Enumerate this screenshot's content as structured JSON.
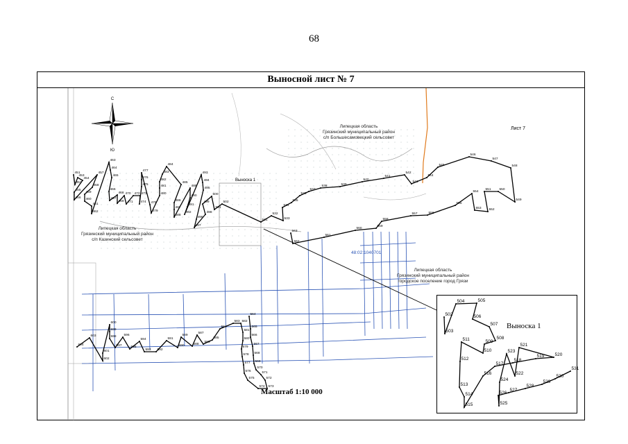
{
  "page_number": "68",
  "title": "Выносной лист № 7",
  "sheet_label": "Лист 7",
  "scale": "Масштаб 1:10 000",
  "inset_marker_label": "Выноска 1",
  "inset_title": "Выноска 1",
  "compass": {
    "north": "С",
    "south": "Ю"
  },
  "areas": [
    {
      "lines": [
        "Липецкая область",
        "Грязинский муниципальный район",
        "с/п Большесамовецкий сельсовет"
      ]
    },
    {
      "lines": [
        "Липецкая область",
        "Грязинский муниципальный район",
        "с/п Казинский сельсовет"
      ]
    },
    {
      "lines": [
        "Липецкая область",
        "Грязинский муниципальный район",
        "городское поселение город Грязи"
      ]
    }
  ],
  "cadastral_label": "48:02:1040701",
  "upper_points": [
    {
      "n": "451",
      "v": [
        0,
        0
      ]
    },
    {
      "n": "452",
      "v": [
        2,
        14
      ]
    },
    {
      "n": "453",
      "v": [
        6,
        4
      ]
    },
    {
      "n": "454",
      "v": [
        13,
        8
      ]
    },
    {
      "n": "455",
      "v": [
        1,
        25
      ]
    },
    {
      "n": "456",
      "v": [
        1,
        36
      ]
    },
    {
      "n": "457",
      "v": [
        34,
        0
      ]
    },
    {
      "n": "458",
      "v": [
        27,
        18
      ]
    },
    {
      "n": "459",
      "v": [
        16,
        28
      ]
    },
    {
      "n": "460",
      "v": [
        16,
        38
      ]
    },
    {
      "n": "461",
      "v": [
        26,
        45
      ]
    },
    {
      "n": "462",
      "v": [
        26,
        56
      ]
    },
    {
      "n": "463",
      "v": [
        51,
        -18
      ]
    },
    {
      "n": "464",
      "v": [
        53,
        -7
      ]
    },
    {
      "n": "465",
      "v": [
        55,
        4
      ]
    },
    {
      "n": "466",
      "v": [
        51,
        24
      ]
    },
    {
      "n": "467",
      "v": [
        52,
        37
      ]
    },
    {
      "n": "468",
      "v": [
        63,
        29
      ]
    },
    {
      "n": "469",
      "v": [
        63,
        41
      ]
    },
    {
      "n": "470",
      "v": [
        73,
        30
      ]
    },
    {
      "n": "471",
      "v": [
        76,
        42
      ]
    },
    {
      "n": "472",
      "v": [
        86,
        30
      ]
    },
    {
      "n": "473",
      "v": [
        96,
        30
      ]
    },
    {
      "n": "474",
      "v": [
        95,
        42
      ]
    },
    {
      "n": "475",
      "v": [
        98,
        17
      ]
    },
    {
      "n": "476",
      "v": [
        98,
        7
      ]
    },
    {
      "n": "477",
      "v": [
        98,
        -3
      ]
    },
    {
      "n": "478",
      "v": [
        110,
        43
      ]
    },
    {
      "n": "479",
      "v": [
        112,
        55
      ]
    },
    {
      "n": "480",
      "v": [
        124,
        30
      ]
    },
    {
      "n": "481",
      "v": [
        124,
        19
      ]
    },
    {
      "n": "482",
      "v": [
        124,
        10
      ]
    },
    {
      "n": "483",
      "v": [
        128,
        -1
      ]
    },
    {
      "n": "484",
      "v": [
        134,
        -12
      ]
    },
    {
      "n": "485",
      "v": [
        155,
        14
      ]
    },
    {
      "n": "486",
      "v": [
        145,
        40
      ]
    },
    {
      "n": "487",
      "v": [
        145,
        50
      ]
    },
    {
      "n": "488",
      "v": [
        145,
        61
      ]
    },
    {
      "n": "489",
      "v": [
        168,
        19
      ]
    },
    {
      "n": "490",
      "v": [
        168,
        33
      ]
    },
    {
      "n": "491",
      "v": [
        164,
        46
      ]
    },
    {
      "n": "492",
      "v": [
        160,
        57
      ]
    },
    {
      "n": "493",
      "v": [
        184,
        0
      ]
    },
    {
      "n": "494",
      "v": [
        186,
        11
      ]
    },
    {
      "n": "495",
      "v": [
        187,
        22
      ]
    },
    {
      "n": "496",
      "v": [
        177,
        64
      ]
    },
    {
      "n": "497",
      "v": [
        174,
        76
      ]
    },
    {
      "n": "498",
      "v": [
        190,
        57
      ]
    },
    {
      "n": "499",
      "v": [
        186,
        42
      ]
    },
    {
      "n": "500",
      "v": [
        199,
        31
      ]
    },
    {
      "n": "501",
      "v": [
        203,
        50
      ]
    },
    {
      "n": "502",
      "v": [
        214,
        42
      ]
    },
    {
      "n": "531",
      "v": [
        270,
        68
      ]
    },
    {
      "n": "532",
      "v": [
        285,
        59
      ]
    },
    {
      "n": "533",
      "v": [
        302,
        66
      ]
    },
    {
      "n": "534",
      "v": [
        301,
        47
      ]
    },
    {
      "n": "535",
      "v": [
        314,
        40
      ]
    },
    {
      "n": "536",
      "v": [
        326,
        30
      ]
    },
    {
      "n": "537",
      "v": [
        339,
        24
      ]
    },
    {
      "n": "538",
      "v": [
        356,
        19
      ]
    },
    {
      "n": "539",
      "v": [
        384,
        17
      ]
    },
    {
      "n": "540",
      "v": [
        416,
        10
      ]
    },
    {
      "n": "541",
      "v": [
        447,
        5
      ]
    },
    {
      "n": "542",
      "v": [
        477,
        0
      ]
    },
    {
      "n": "543",
      "v": [
        487,
        13
      ]
    },
    {
      "n": "544",
      "v": [
        509,
        4
      ]
    },
    {
      "n": "545",
      "v": [
        525,
        -11
      ]
    },
    {
      "n": "546",
      "v": [
        570,
        -26
      ]
    },
    {
      "n": "547",
      "v": [
        602,
        -20
      ]
    },
    {
      "n": "548",
      "v": [
        630,
        -10
      ]
    },
    {
      "n": "549",
      "v": [
        636,
        39
      ]
    },
    {
      "n": "550",
      "v": [
        612,
        24
      ]
    },
    {
      "n": "551",
      "v": [
        592,
        24
      ]
    },
    {
      "n": "552",
      "v": [
        597,
        53
      ]
    },
    {
      "n": "553",
      "v": [
        578,
        51
      ]
    },
    {
      "n": "554",
      "v": [
        574,
        27
      ]
    },
    {
      "n": "555",
      "v": [
        550,
        44
      ]
    },
    {
      "n": "556",
      "v": [
        510,
        58
      ]
    },
    {
      "n": "557",
      "v": [
        486,
        59
      ]
    },
    {
      "n": "558",
      "v": [
        444,
        67
      ]
    },
    {
      "n": "559",
      "v": [
        436,
        77
      ]
    },
    {
      "n": "560",
      "v": [
        406,
        80
      ]
    },
    {
      "n": "561",
      "v": [
        361,
        90
      ]
    },
    {
      "n": "562",
      "v": [
        316,
        99
      ]
    },
    {
      "n": "563",
      "v": [
        313,
        84
      ]
    }
  ],
  "lower_points": [
    {
      "n": "564",
      "v": [
        253,
        98
      ]
    },
    {
      "n": "565",
      "v": [
        255,
        116
      ]
    },
    {
      "n": "566",
      "v": [
        255,
        128
      ]
    },
    {
      "n": "567",
      "v": [
        258,
        141
      ]
    },
    {
      "n": "568",
      "v": [
        259,
        154
      ]
    },
    {
      "n": "569",
      "v": [
        260,
        166
      ]
    },
    {
      "n": "570",
      "v": [
        263,
        175
      ]
    },
    {
      "n": "571",
      "v": [
        270,
        182
      ]
    },
    {
      "n": "572",
      "v": [
        276,
        190
      ]
    },
    {
      "n": "573",
      "v": [
        279,
        202
      ]
    },
    {
      "n": "574",
      "v": [
        266,
        202
      ]
    },
    {
      "n": "575",
      "v": [
        251,
        190
      ]
    },
    {
      "n": "576",
      "v": [
        246,
        180
      ]
    },
    {
      "n": "577",
      "v": [
        245,
        168
      ]
    },
    {
      "n": "578",
      "v": [
        243,
        156
      ]
    },
    {
      "n": "579",
      "v": [
        242,
        145
      ]
    },
    {
      "n": "580",
      "v": [
        244,
        133
      ]
    },
    {
      "n": "581",
      "v": [
        244,
        121
      ]
    },
    {
      "n": "582",
      "v": [
        241,
        108
      ]
    },
    {
      "n": "583",
      "v": [
        230,
        108
      ]
    },
    {
      "n": "584",
      "v": [
        211,
        116
      ]
    },
    {
      "n": "585",
      "v": [
        200,
        132
      ]
    },
    {
      "n": "586",
      "v": [
        187,
        138
      ]
    },
    {
      "n": "587",
      "v": [
        178,
        125
      ]
    },
    {
      "n": "588",
      "v": [
        171,
        141
      ]
    },
    {
      "n": "589",
      "v": [
        155,
        128
      ]
    },
    {
      "n": "590",
      "v": [
        150,
        143
      ]
    },
    {
      "n": "591",
      "v": [
        134,
        133
      ]
    },
    {
      "n": "592",
      "v": [
        119,
        149
      ]
    },
    {
      "n": "593",
      "v": [
        102,
        149
      ]
    },
    {
      "n": "594",
      "v": [
        95,
        134
      ]
    },
    {
      "n": "595",
      "v": [
        81,
        145
      ]
    },
    {
      "n": "596",
      "v": [
        71,
        128
      ]
    },
    {
      "n": "597",
      "v": [
        60,
        143
      ]
    },
    {
      "n": "598",
      "v": [
        52,
        130
      ]
    },
    {
      "n": "599",
      "v": [
        52,
        120
      ]
    },
    {
      "n": "600",
      "v": [
        52,
        110
      ]
    },
    {
      "n": "601",
      "v": [
        42,
        151
      ]
    },
    {
      "n": "602",
      "v": [
        42,
        162
      ]
    },
    {
      "n": "603",
      "v": [
        23,
        129
      ]
    },
    {
      "n": "604",
      "v": [
        5,
        142
      ]
    }
  ],
  "inset_points": [
    {
      "n": "502",
      "v": [
        4,
        21
      ]
    },
    {
      "n": "503",
      "v": [
        5,
        45
      ]
    },
    {
      "n": "504",
      "v": [
        21,
        2
      ]
    },
    {
      "n": "505",
      "v": [
        51,
        1
      ]
    },
    {
      "n": "506",
      "v": [
        45,
        24
      ]
    },
    {
      "n": "507",
      "v": [
        69,
        35
      ]
    },
    {
      "n": "508",
      "v": [
        78,
        55
      ]
    },
    {
      "n": "509",
      "v": [
        62,
        60
      ]
    },
    {
      "n": "510",
      "v": [
        60,
        73
      ]
    },
    {
      "n": "511",
      "v": [
        29,
        57
      ]
    },
    {
      "n": "512",
      "v": [
        27,
        85
      ]
    },
    {
      "n": "513",
      "v": [
        26,
        122
      ]
    },
    {
      "n": "514",
      "v": [
        33,
        136
      ]
    },
    {
      "n": "515",
      "v": [
        33,
        151
      ]
    },
    {
      "n": "516",
      "v": [
        60,
        106
      ]
    },
    {
      "n": "517",
      "v": [
        77,
        92
      ]
    },
    {
      "n": "518",
      "v": [
        103,
        87
      ]
    },
    {
      "n": "519",
      "v": [
        136,
        81
      ]
    },
    {
      "n": "520",
      "v": [
        162,
        79
      ]
    },
    {
      "n": "521",
      "v": [
        112,
        65
      ]
    },
    {
      "n": "522",
      "v": [
        106,
        106
      ]
    },
    {
      "n": "523",
      "v": [
        94,
        74
      ]
    },
    {
      "n": "524",
      "v": [
        84,
        115
      ]
    },
    {
      "n": "525",
      "v": [
        83,
        149
      ]
    },
    {
      "n": "526",
      "v": [
        82,
        134
      ]
    },
    {
      "n": "527",
      "v": [
        97,
        130
      ]
    },
    {
      "n": "528",
      "v": [
        121,
        124
      ]
    },
    {
      "n": "529",
      "v": [
        145,
        118
      ]
    },
    {
      "n": "530",
      "v": [
        164,
        110
      ]
    },
    {
      "n": "531",
      "v": [
        186,
        99
      ]
    }
  ],
  "colors": {
    "boundary": "#000000",
    "water": "#2b54b5",
    "orange_line": "#e07a1c",
    "terrain": "#8a8a8a"
  }
}
